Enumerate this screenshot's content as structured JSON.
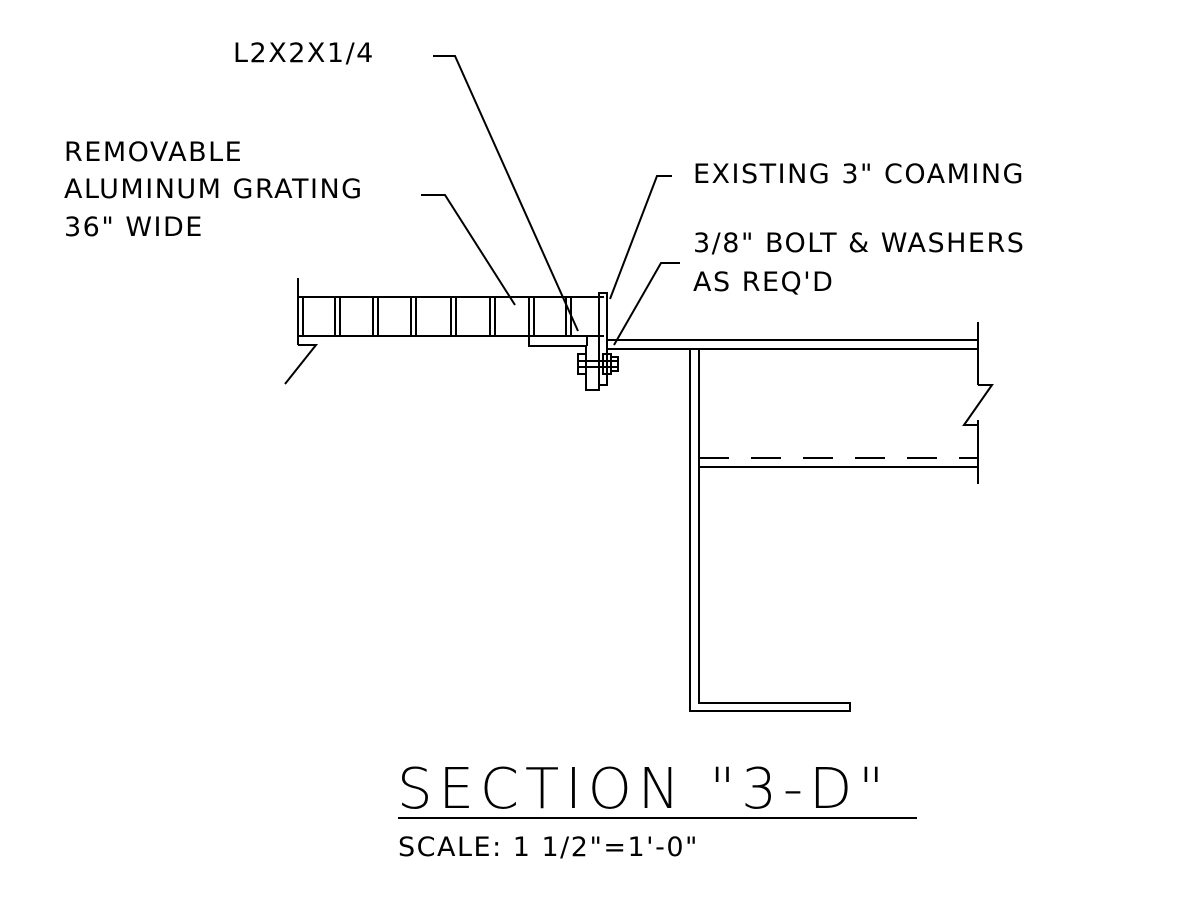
{
  "labels": {
    "angle": "L2X2X1/4",
    "grating_line1": "REMOVABLE",
    "grating_line2": "ALUMINUM GRATING",
    "grating_line3": "36\" WIDE",
    "coaming": "EXISTING 3\" COAMING",
    "bolt_line1": "3/8\" BOLT & WASHERS",
    "bolt_line2": "AS REQ'D"
  },
  "title": {
    "section": "SECTION \"3-D\"",
    "scale": "SCALE: 1 1/2\"=1'-0\""
  }
}
